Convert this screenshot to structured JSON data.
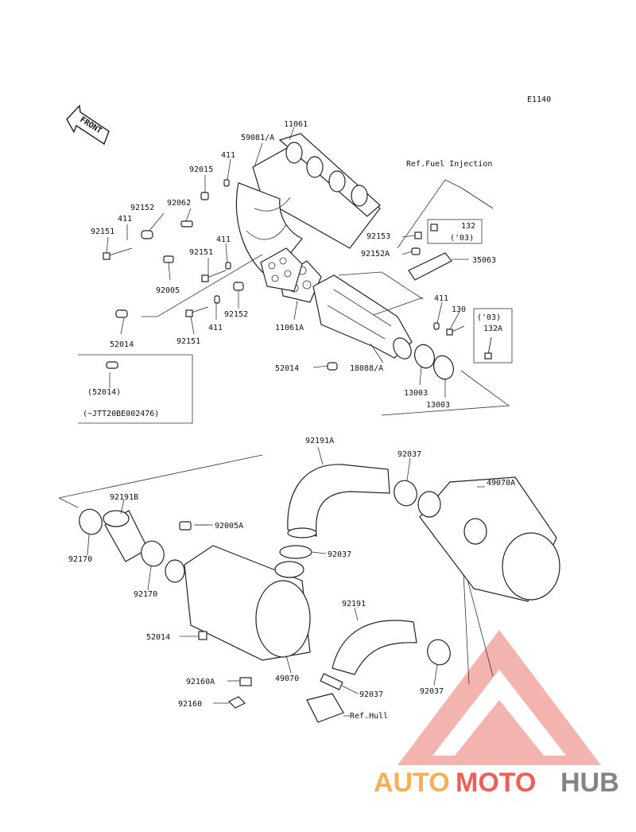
{
  "diagram_code": "E1140",
  "front_label": "FRONT",
  "ref_fuel": "Ref.Fuel Injection",
  "ref_hull": "Ref.Hull",
  "note_box": {
    "part": "(52014)",
    "serial": "(~JTT20BE002476)"
  },
  "upper_labels": {
    "p11061": "11061",
    "p59081": "59081/A",
    "p411_a": "411",
    "p92015": "92015",
    "p92062": "92062",
    "p92152_a": "92152",
    "p411_b": "411",
    "p92151_a": "92151",
    "p411_c": "411",
    "p92151_b": "92151",
    "p92005": "92005",
    "p92152_b": "92152",
    "p411_d": "411",
    "p52014_a": "52014",
    "p92151_c": "92151",
    "p11061A": "11061A",
    "p52014_b": "52014",
    "p18088": "18088/A",
    "p13003_a": "13003",
    "p13003_b": "13003",
    "p92153": "92153",
    "p132": "132",
    "p03_a": "('03)",
    "p92152A": "92152A",
    "p35063": "35063",
    "p411_e": "411",
    "p130": "130",
    "p03_b": "('03)",
    "p132A": "132A"
  },
  "lower_labels": {
    "p92191A": "92191A",
    "p92037_a": "92037",
    "p49070A": "49070A",
    "p92191B": "92191B",
    "p92005A": "92005A",
    "p92170_a": "92170",
    "p92037_b": "92037",
    "p92170_b": "92170",
    "p52014_c": "52014",
    "p92191": "92191",
    "p49070": "49070",
    "p92037_c": "92037",
    "p92037_d": "92037",
    "p92160A": "92160A",
    "p92160": "92160"
  },
  "watermark": {
    "auto": "AUTO",
    "moto": "MOTO",
    "hub": "HUB",
    "color_red": "#e8453c",
    "color_orange": "#f4a23a",
    "color_gray": "#6f6f6f"
  }
}
